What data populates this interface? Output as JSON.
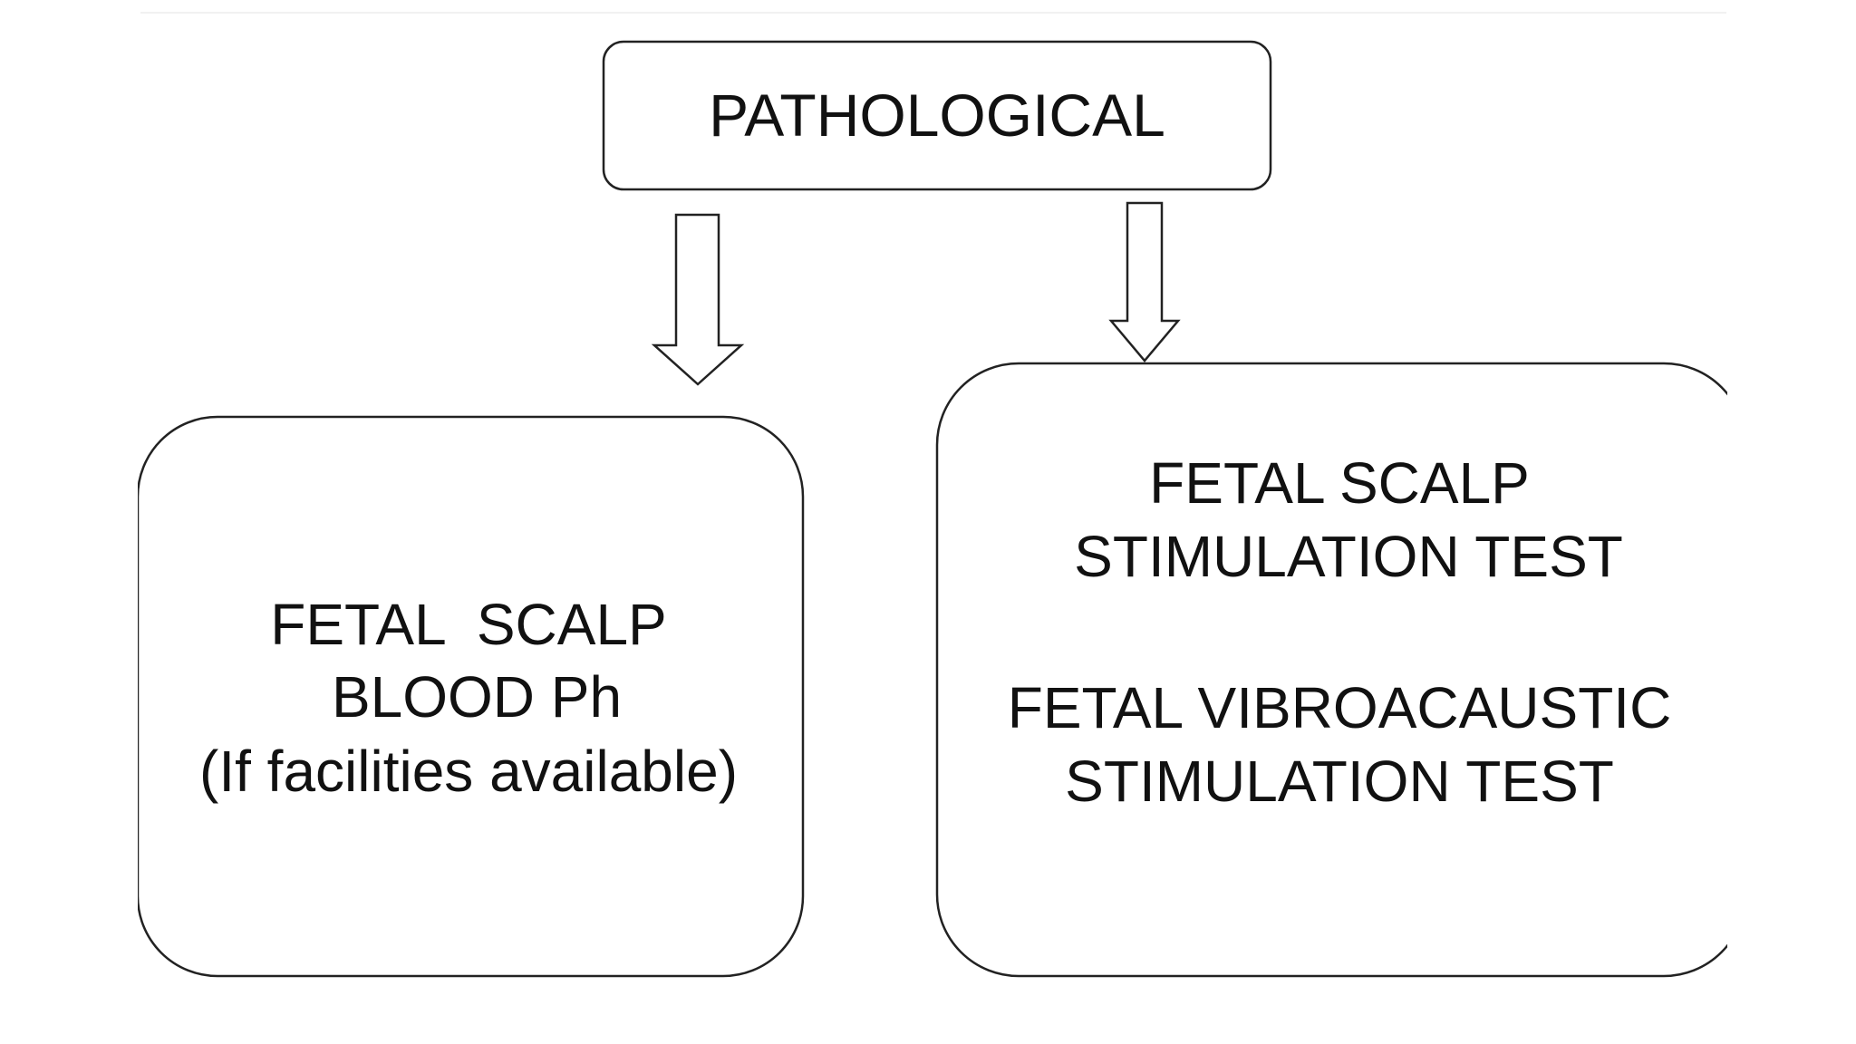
{
  "diagram": {
    "root": {
      "label": "PATHOLOGICAL"
    },
    "left_box": {
      "lines": [
        "FETAL  SCALP",
        "BLOOD Ph",
        "(If facilities available)"
      ]
    },
    "right_box": {
      "group1": [
        "FETAL SCALP",
        "STIMULATION TEST"
      ],
      "group2": [
        "FETAL VIBROACAUSTIC",
        "STIMULATION TEST"
      ]
    }
  }
}
